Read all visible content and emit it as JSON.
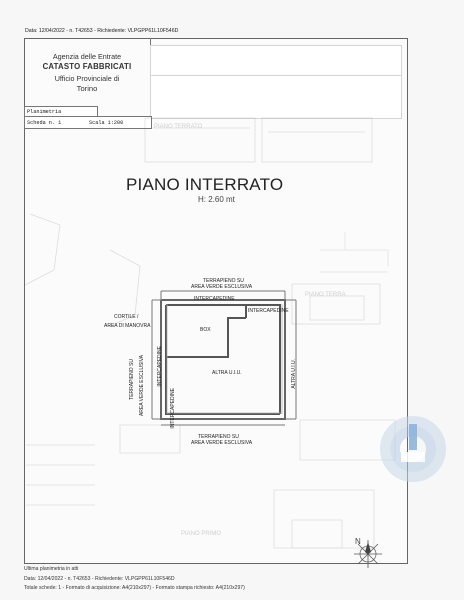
{
  "header": {
    "line": "Data: 12/04/2022 - n. T42653 - Richiedente: VLPGPP61L10F546D"
  },
  "agency": {
    "line1": "Agenzia delle Entrate",
    "line2": "CATASTO FABBRICATI",
    "line3": "Ufficio Provinciale di",
    "line4": "Torino"
  },
  "tabs": {
    "tab1": "Planimetria",
    "scheda": "Scheda n. 1",
    "scala": "Scala 1:200"
  },
  "plan": {
    "title": "PIANO INTERRATO",
    "height": "H: 2.60 mt",
    "labels": {
      "terrapieno_top_1": "TERRAPIENO SU",
      "terrapieno_top_2": "AREA VERDE ESCLUSIVA",
      "intercapedine_top": "INTERCAPEDINE",
      "cortile_1": "CORTILE /",
      "cortile_2": "AREA DI MANOVRA",
      "intercapedine_mid": "INTERCAPEDINE",
      "box": "BOX",
      "intercapedine_left": "INTERCAPEDINE",
      "altra_uiu_center": "ALTRA U.I.U.",
      "altra_uiu_right": "ALTRA U.I.U.",
      "terrapieno_left_1": "TERRAPIENO SU",
      "terrapieno_left_2": "AREA VERDE ESCLUSIVA",
      "intercapedine_left2": "INTERCAPEDINE",
      "terrapieno_bottom_1": "TERRAPIENO SU",
      "terrapieno_bottom_2": "AREA VERDE ESCLUSIVA"
    }
  },
  "footer": {
    "line1": "Ultima planimetria in atti",
    "line2": "Data: 12/04/2022 - n. T42653 - Richiedente: VLPGPP61L10F546D",
    "line3": "Totale schede: 1 - Formato di acquisizione: A4(210x297) - Formato stampa richiesto: A4(210x297)"
  },
  "colors": {
    "watermark": "#8fb3d9"
  }
}
